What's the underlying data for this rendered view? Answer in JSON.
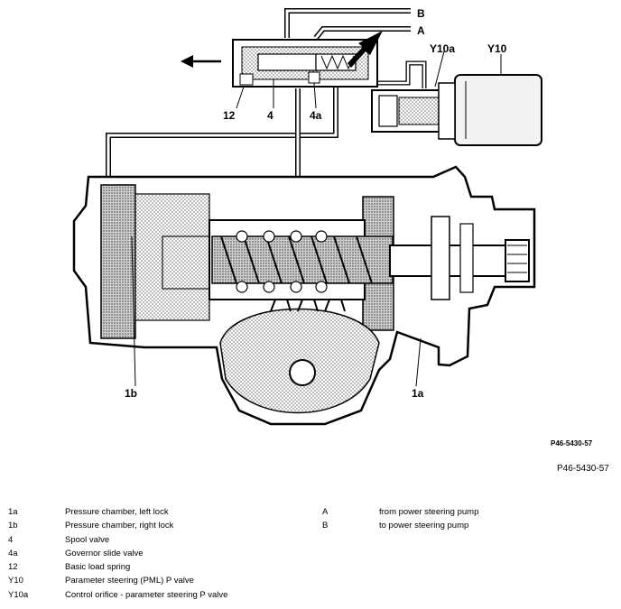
{
  "labels": {
    "B": "B",
    "A": "A",
    "Y10a": "Y10a",
    "Y10": "Y10",
    "12": "12",
    "4": "4",
    "4a": "4a",
    "1b": "1b",
    "1a": "1a"
  },
  "figure_code_bold": "P46-5430-57",
  "figure_code": "P46-5430-57",
  "legend_left": [
    {
      "code": "1a",
      "text": "Pressure chamber, left lock"
    },
    {
      "code": "1b",
      "text": "Pressure chamber, right lock"
    },
    {
      "code": "4",
      "text": "Spool valve"
    },
    {
      "code": "4a",
      "text": "Governor slide valve"
    },
    {
      "code": "12",
      "text": "Basic load spring"
    },
    {
      "code": "Y10",
      "text": "Parameter steering (PML) P valve"
    },
    {
      "code": "Y10a",
      "text": "Control orifice - parameter steering P valve"
    }
  ],
  "legend_right": [
    {
      "code": "A",
      "text": "from power steering pump"
    },
    {
      "code": "B",
      "text": "to power steering pump"
    }
  ]
}
